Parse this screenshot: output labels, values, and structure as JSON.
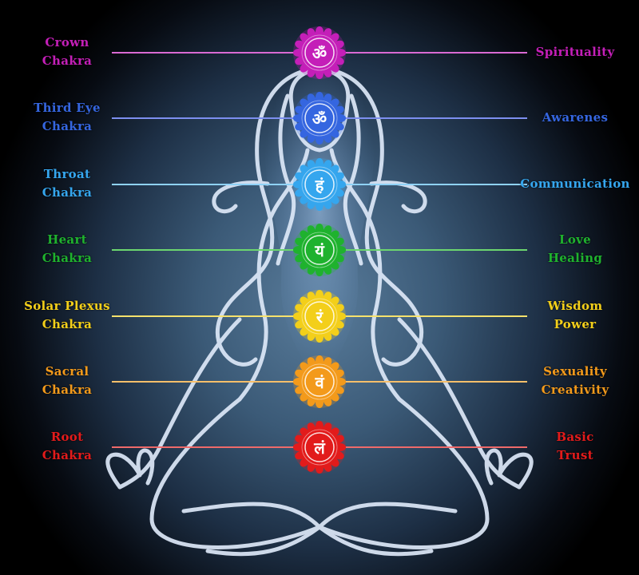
{
  "chakras": [
    {
      "left1": "Crown",
      "left2": "Chakra",
      "right1": "Spirituality",
      "right2": "",
      "color": "#c41fb8",
      "line": "#d96ad3",
      "glyph": "ॐ",
      "icon": "crown-chakra-icon"
    },
    {
      "left1": "Third Eye",
      "left2": "Chakra",
      "right1": "Awarenes",
      "right2": "",
      "color": "#3566e0",
      "line": "#7d8ff0",
      "glyph": "ॐ",
      "icon": "third-eye-chakra-icon"
    },
    {
      "left1": "Throat",
      "left2": "Chakra",
      "right1": "Communication",
      "right2": "",
      "color": "#35a6ee",
      "line": "#8fd2f7",
      "glyph": "हं",
      "icon": "throat-chakra-icon"
    },
    {
      "left1": "Heart",
      "left2": "Chakra",
      "right1": "Love",
      "right2": "Healing",
      "color": "#1fb22e",
      "line": "#6cd66f",
      "glyph": "यं",
      "icon": "heart-chakra-icon"
    },
    {
      "left1": "Solar Plexus",
      "left2": "Chakra",
      "right1": "Wisdom",
      "right2": "Power",
      "color": "#f3cf1a",
      "line": "#f7e26c",
      "glyph": "रं",
      "icon": "solar-plexus-chakra-icon"
    },
    {
      "left1": "Sacral",
      "left2": "Chakra",
      "right1": "Sexuality",
      "right2": "Creativity",
      "color": "#f39a1b",
      "line": "#f7bf6a",
      "glyph": "वं",
      "icon": "sacral-chakra-icon"
    },
    {
      "left1": "Root",
      "left2": "Chakra",
      "right1": "Basic",
      "right2": "Trust",
      "color": "#e21b1b",
      "line": "#ef6a6a",
      "glyph": "लं",
      "icon": "root-chakra-icon"
    }
  ],
  "colors": {
    "figure_outline": "#dde8f8",
    "body_glow": "#8fb6e3"
  }
}
